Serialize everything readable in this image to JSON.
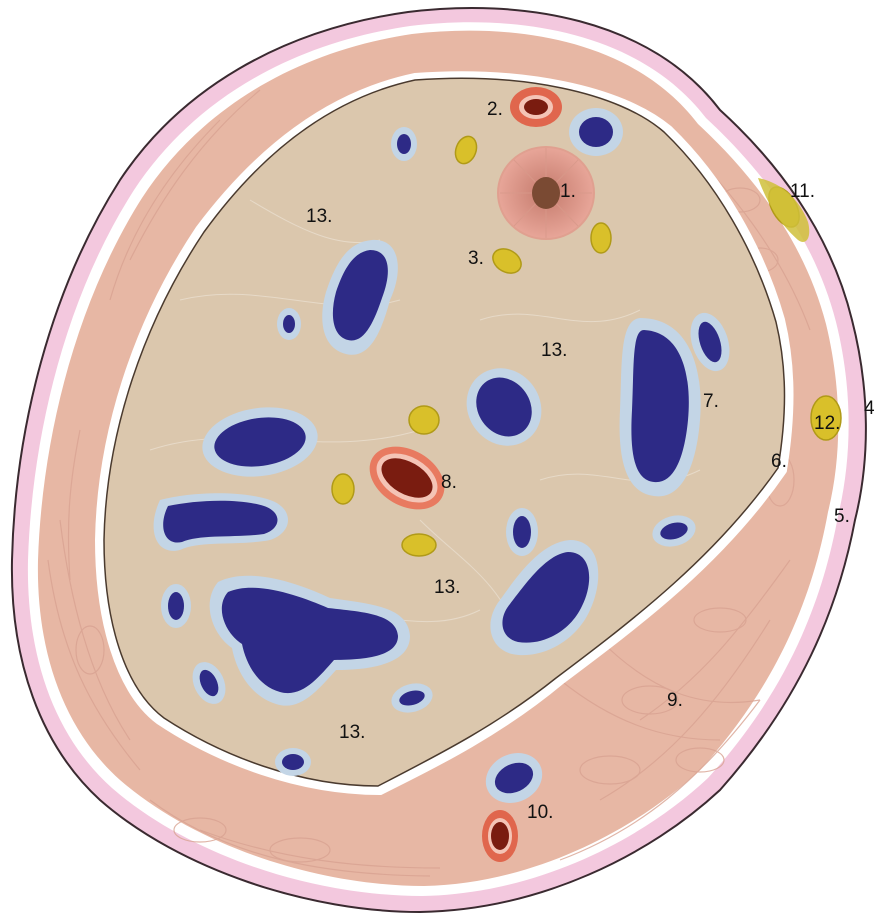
{
  "labels": {
    "l1": "1.",
    "l2": "2.",
    "l3": "3.",
    "l4": "4",
    "l5": "5.",
    "l6": "6.",
    "l7": "7.",
    "l8": "8.",
    "l9": "9.",
    "l10": "10.",
    "l11": "11.",
    "l12": "12.",
    "l13a": "13.",
    "l13b": "13.",
    "l13c": "13.",
    "l13d": "13."
  },
  "colors": {
    "skin": "#f3c8de",
    "skin_edge": "#3a2a30",
    "muscle": "#e7b7a4",
    "fascia": "#ffffff",
    "marrow": "#dbc7ad",
    "vessel_fill": "#2d2a86",
    "vessel_halo": "#c3d5e6",
    "artery": "#e0664d",
    "artery_core": "#7a1c10",
    "nerve": "#d9c02a",
    "nerve_edge": "#b09a18",
    "tendon": "#e3a394",
    "tendon_core": "#7a4a33"
  }
}
